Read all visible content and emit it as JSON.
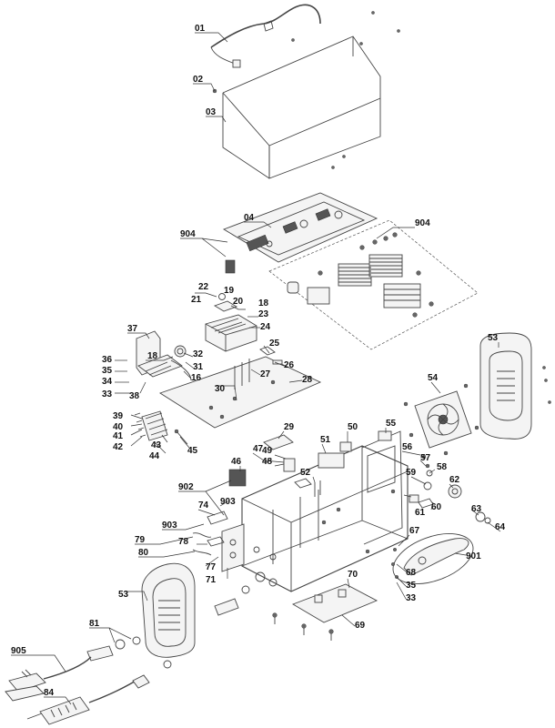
{
  "labels": [
    {
      "id": "01",
      "text": "01"
    },
    {
      "id": "02",
      "text": "02"
    },
    {
      "id": "03",
      "text": "03"
    },
    {
      "id": "04",
      "text": "04"
    },
    {
      "id": "904a",
      "text": "904"
    },
    {
      "id": "904b",
      "text": "904"
    },
    {
      "id": "22",
      "text": "22"
    },
    {
      "id": "19",
      "text": "19"
    },
    {
      "id": "21",
      "text": "21"
    },
    {
      "id": "20",
      "text": "20"
    },
    {
      "id": "18a",
      "text": "18"
    },
    {
      "id": "23",
      "text": "23"
    },
    {
      "id": "24",
      "text": "24"
    },
    {
      "id": "37",
      "text": "37"
    },
    {
      "id": "18b",
      "text": "18"
    },
    {
      "id": "32",
      "text": "32"
    },
    {
      "id": "31",
      "text": "31"
    },
    {
      "id": "16",
      "text": "16"
    },
    {
      "id": "25",
      "text": "25"
    },
    {
      "id": "26",
      "text": "26"
    },
    {
      "id": "27",
      "text": "27"
    },
    {
      "id": "28",
      "text": "28"
    },
    {
      "id": "36",
      "text": "36"
    },
    {
      "id": "35a",
      "text": "35"
    },
    {
      "id": "34",
      "text": "34"
    },
    {
      "id": "33a",
      "text": "33"
    },
    {
      "id": "38",
      "text": "38"
    },
    {
      "id": "30",
      "text": "30"
    },
    {
      "id": "39",
      "text": "39"
    },
    {
      "id": "40",
      "text": "40"
    },
    {
      "id": "41",
      "text": "41"
    },
    {
      "id": "42",
      "text": "42"
    },
    {
      "id": "43",
      "text": "43"
    },
    {
      "id": "44",
      "text": "44"
    },
    {
      "id": "45",
      "text": "45"
    },
    {
      "id": "29",
      "text": "29"
    },
    {
      "id": "53a",
      "text": "53"
    },
    {
      "id": "54",
      "text": "54"
    },
    {
      "id": "55",
      "text": "55"
    },
    {
      "id": "50",
      "text": "50"
    },
    {
      "id": "51",
      "text": "51"
    },
    {
      "id": "47",
      "text": "47"
    },
    {
      "id": "49",
      "text": "49"
    },
    {
      "id": "48",
      "text": "48"
    },
    {
      "id": "46",
      "text": "46"
    },
    {
      "id": "56",
      "text": "56"
    },
    {
      "id": "57",
      "text": "57"
    },
    {
      "id": "58",
      "text": "58"
    },
    {
      "id": "59",
      "text": "59"
    },
    {
      "id": "62",
      "text": "62"
    },
    {
      "id": "52",
      "text": "52"
    },
    {
      "id": "60",
      "text": "60"
    },
    {
      "id": "61",
      "text": "61"
    },
    {
      "id": "63",
      "text": "63"
    },
    {
      "id": "64",
      "text": "64"
    },
    {
      "id": "902",
      "text": "902"
    },
    {
      "id": "74",
      "text": "74"
    },
    {
      "id": "903a",
      "text": "903"
    },
    {
      "id": "903b",
      "text": "903"
    },
    {
      "id": "67",
      "text": "67"
    },
    {
      "id": "79",
      "text": "79"
    },
    {
      "id": "78",
      "text": "78"
    },
    {
      "id": "80",
      "text": "80"
    },
    {
      "id": "77",
      "text": "77"
    },
    {
      "id": "71",
      "text": "71"
    },
    {
      "id": "901",
      "text": "901"
    },
    {
      "id": "68",
      "text": "68"
    },
    {
      "id": "35b",
      "text": "35"
    },
    {
      "id": "33b",
      "text": "33"
    },
    {
      "id": "70",
      "text": "70"
    },
    {
      "id": "53b",
      "text": "53"
    },
    {
      "id": "69",
      "text": "69"
    },
    {
      "id": "81",
      "text": "81"
    },
    {
      "id": "905",
      "text": "905"
    },
    {
      "id": "84",
      "text": "84"
    }
  ]
}
